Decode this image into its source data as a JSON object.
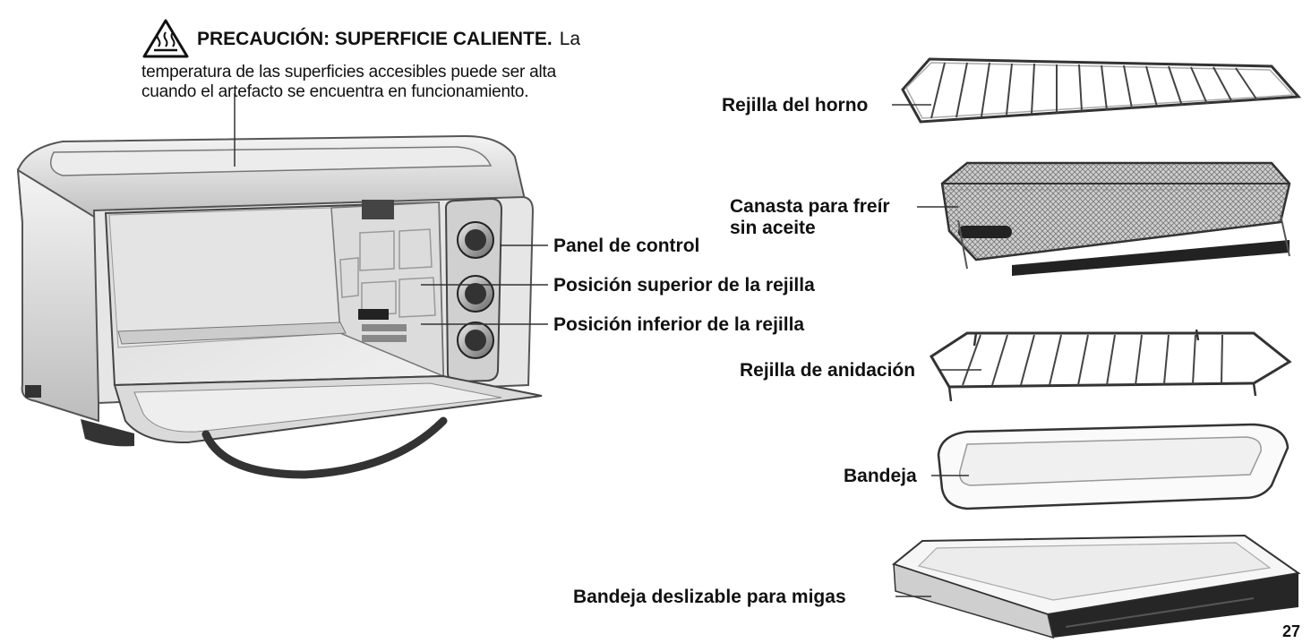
{
  "caution": {
    "icon": "hot-surface-warning-icon",
    "title": "PRECAUCIÓN: SUPERFICIE CALIENTE.",
    "title_tail": "La",
    "line1": "temperatura de las superficies accesibles puede ser alta",
    "line2": "cuando el artefacto se encuentra en funcionamiento."
  },
  "oven_labels": {
    "control_panel": "Panel de control",
    "upper_rack": "Posición superior de la rejilla",
    "lower_rack": "Posición inferior de la rejilla"
  },
  "accessories": {
    "oven_rack": "Rejilla del horno",
    "air_fry_line1": "Canasta para freír",
    "air_fry_line2": "sin aceite",
    "nesting_rack": "Rejilla de anidación",
    "tray": "Bandeja",
    "crumb_tray": "Bandeja deslizable para migas"
  },
  "page_number": "27"
}
